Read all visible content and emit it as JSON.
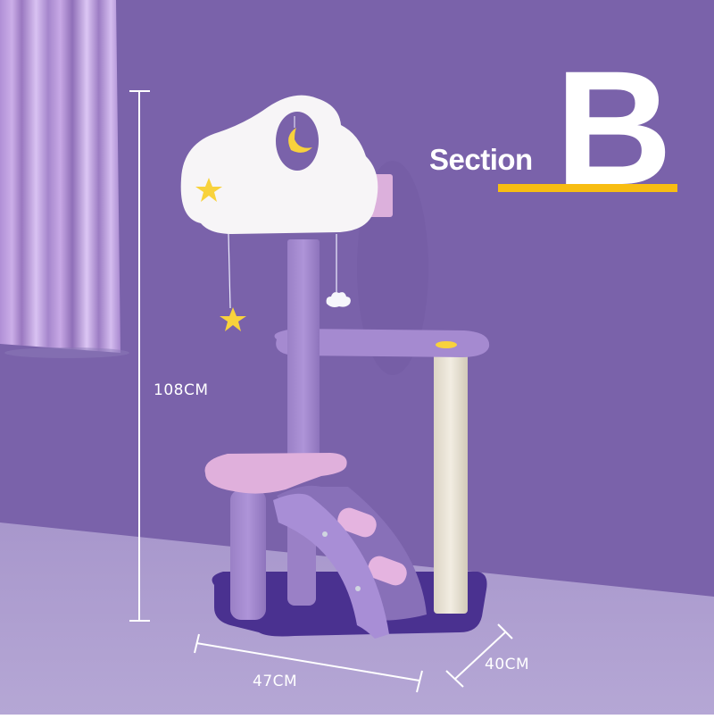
{
  "heading": {
    "word": "Section",
    "letter": "B",
    "underline_color": "#f8bd12",
    "text_color": "#ffffff"
  },
  "dimensions": {
    "height": "108CM",
    "width": "47CM",
    "depth": "40CM"
  },
  "colors": {
    "wall": "#7c64ac",
    "floor": "#b0a2d0",
    "curtain": "#b796d9",
    "cloud": "#f7f5f7",
    "post_purple": "#a58ad0",
    "platform_pink": "#e0b0dc",
    "base_dark": "#4a3190",
    "sisal": "#ece6d8",
    "star_yellow": "#f8d23c"
  },
  "product": {
    "description": "Purple cat tree with white cloud top, hanging moon and star toys, pink platform, ladder, and sisal scratching post"
  }
}
